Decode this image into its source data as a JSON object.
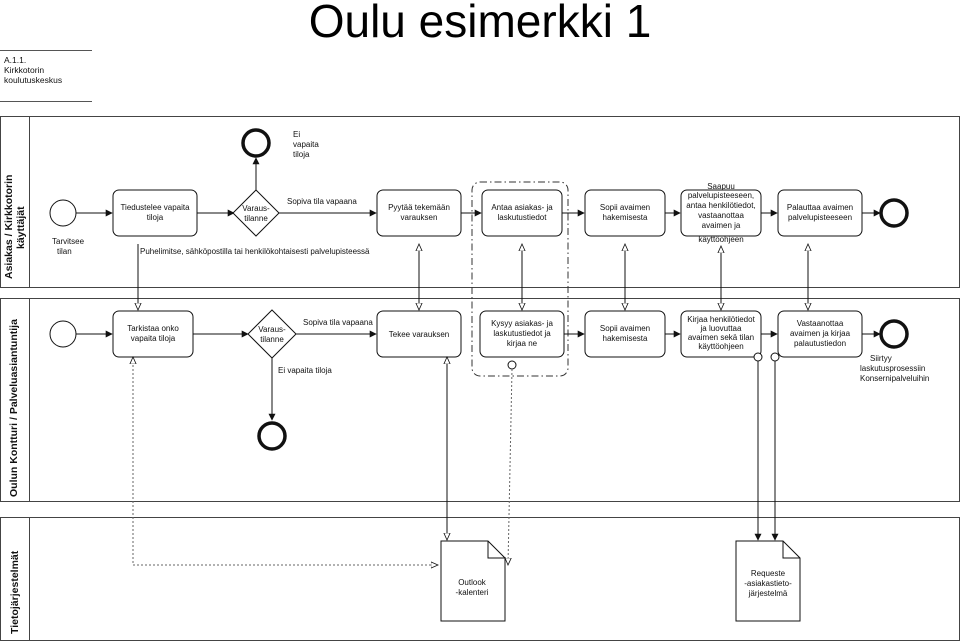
{
  "title": "Oulu esimerkki 1",
  "pool": {
    "line1": "A.1.1.",
    "line2": "Kirkkotorin",
    "line3": "koulutuskeskus"
  },
  "lanes": {
    "customer": {
      "line1": "Asiakas / Kirkkotorin",
      "line2": "käyttäjät"
    },
    "office": {
      "line1": "Oulun Kontturi / Palveluasiantuntija"
    },
    "systems": {
      "line1": "Tietojärjestelmät"
    }
  },
  "customer": {
    "start_label_1": "Tarvitsee",
    "start_label_2": "tilan",
    "task_inquire_1": "Tiedustelee vapaita",
    "task_inquire_2": "tiloja",
    "gateway_1": "Varaus-",
    "gateway_2": "tilanne",
    "no_space_1": "Ei",
    "no_space_2": "vapaita",
    "no_space_3": "tiloja",
    "suitable_space": "Sopiva tila vapaana",
    "phone_note": "Puhelimitse, sähköpostilla tai henkilökohtaisesti palvelupisteessä",
    "task_request_1": "Pyytää tekemään",
    "task_request_2": "varauksen",
    "task_give_info_1": "Antaa asiakas- ja",
    "task_give_info_2": "laskutustiedot",
    "task_agree_1": "Sopii avaimen",
    "task_agree_2": "hakemisesta",
    "task_receive_1": "Saapuu",
    "task_receive_2": "palvelupisteeseen,",
    "task_receive_3": "antaa henkilötiedot,",
    "task_receive_4": "vastaanottaa",
    "task_receive_5": "avaimen ja",
    "task_receive_6": "käyttöohjeen",
    "task_return_1": "Palauttaa avaimen",
    "task_return_2": "palvelupisteeseen"
  },
  "office": {
    "task_check_1": "Tarkistaa onko",
    "task_check_2": "vapaita tiloja",
    "gateway_1": "Varaus-",
    "gateway_2": "tilanne",
    "suitable_space": "Sopiva tila vapaana",
    "no_space": "Ei vapaita tiloja",
    "task_book": "Tekee varauksen",
    "task_ask_1": "Kysyy asiakas- ja",
    "task_ask_2": "laskutustiedot ja",
    "task_ask_3": "kirjaa ne",
    "task_agree_1": "Sopii avaimen",
    "task_agree_2": "hakemisesta",
    "task_record_1": "Kirjaa henkilötiedot",
    "task_record_2": "ja luovuttaa",
    "task_record_3": "avaimen sekä tilan",
    "task_record_4": "käyttöohjeen",
    "task_receive_1": "Vastaanottaa",
    "task_receive_2": "avaimen ja kirjaa",
    "task_receive_3": "palautustiedon",
    "end_1": "Siirtyy",
    "end_2": "laskutusprosessiin",
    "end_3": "Konsernipalveluihin"
  },
  "systems": {
    "doc_outlook_1": "Outlook",
    "doc_outlook_2": "-kalenteri",
    "doc_requeste_1": "Requeste",
    "doc_requeste_2": "-asiakastieto-",
    "doc_requeste_3": "järjestelmä"
  }
}
